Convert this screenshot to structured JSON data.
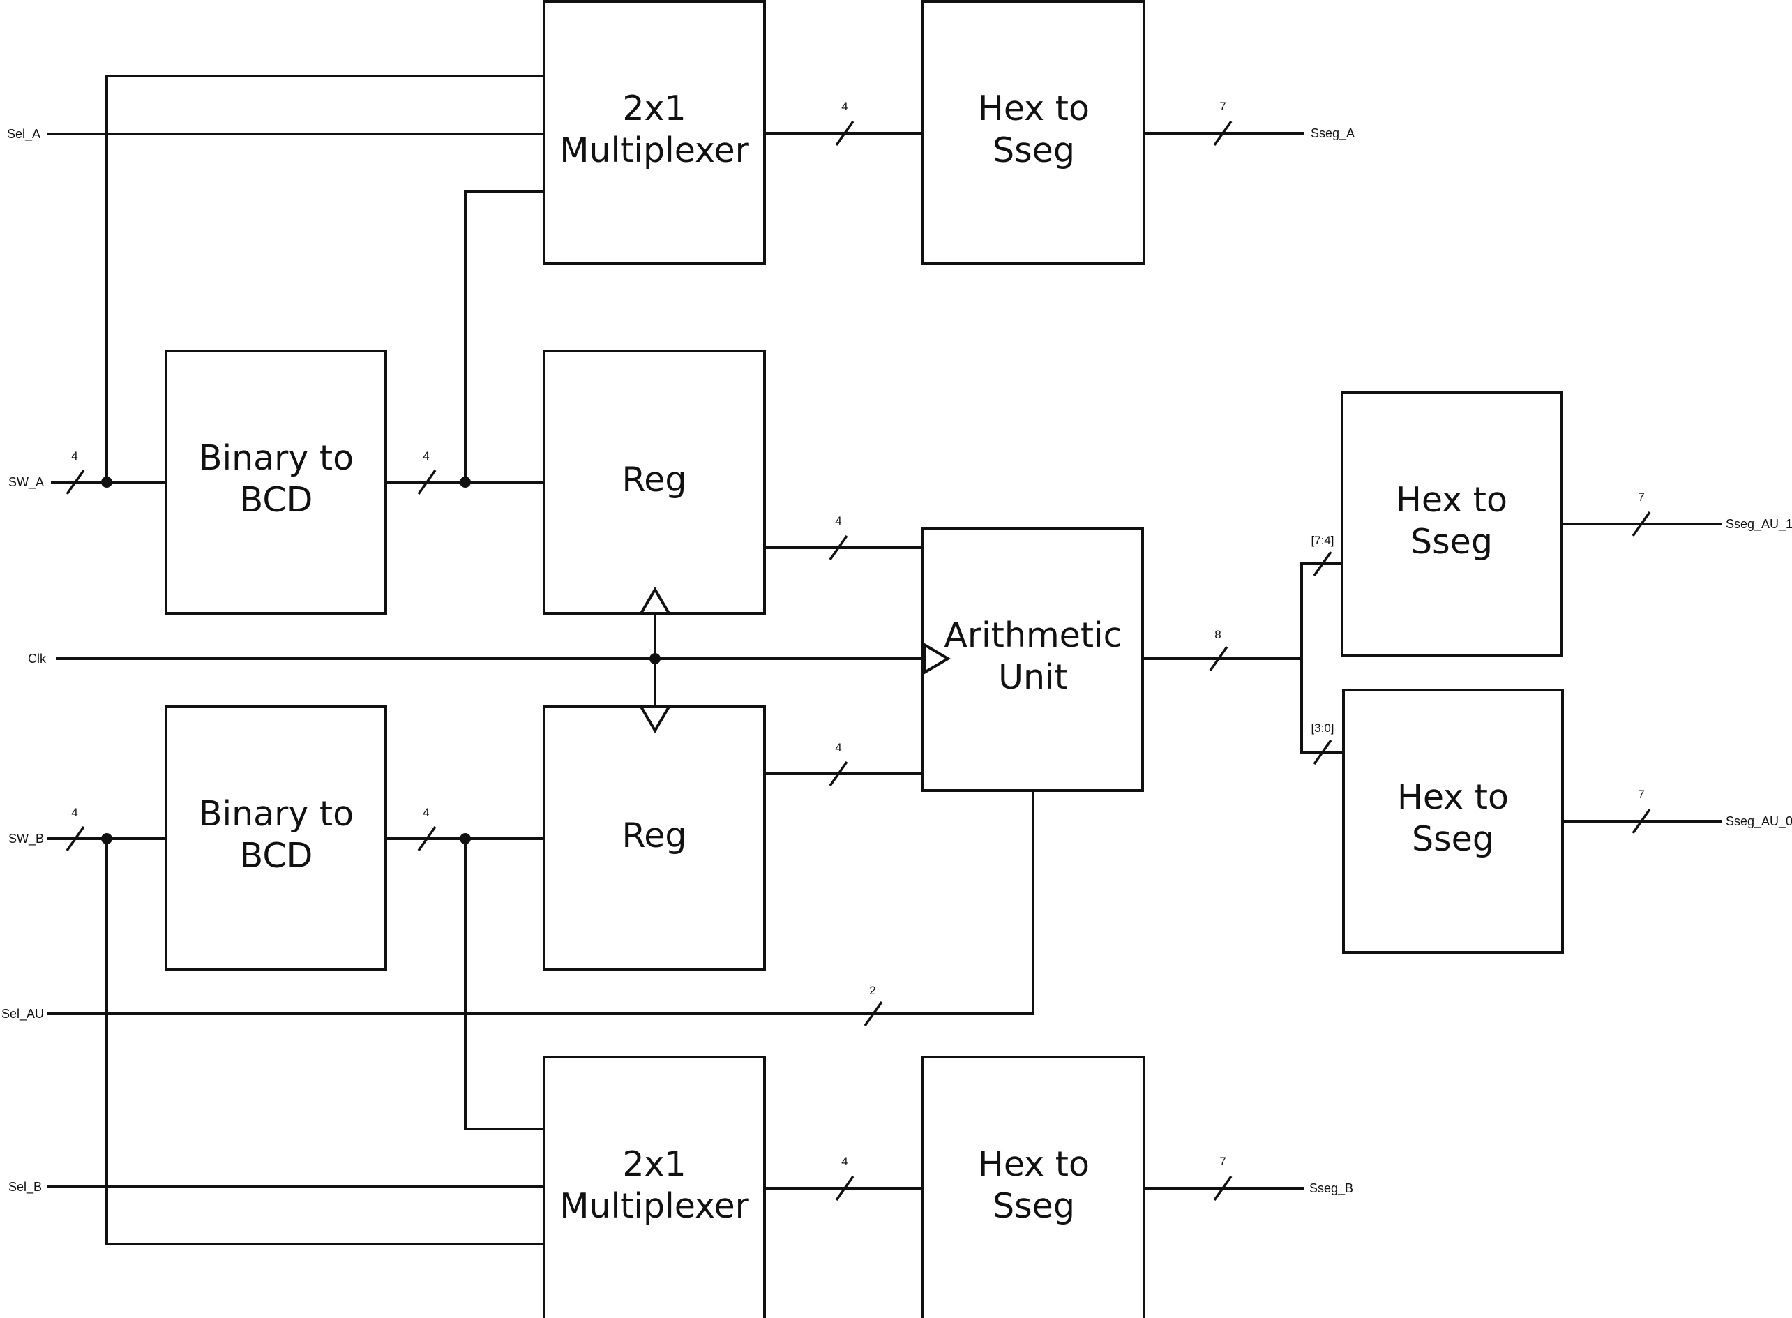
{
  "blocks": {
    "mux_a": [
      "2x1",
      "Multiplexer"
    ],
    "hex_a": [
      "Hex to",
      "Sseg"
    ],
    "bcd_a": [
      "Binary to",
      "BCD"
    ],
    "reg_a": [
      "Reg"
    ],
    "bcd_b": [
      "Binary to",
      "BCD"
    ],
    "reg_b": [
      "Reg"
    ],
    "au": [
      "Arithmetic",
      "Unit"
    ],
    "hex_au1": [
      "Hex to",
      "Sseg"
    ],
    "hex_au0": [
      "Hex to",
      "Sseg"
    ],
    "mux_b": [
      "2x1",
      "Multiplexer"
    ],
    "hex_b": [
      "Hex to",
      "Sseg"
    ]
  },
  "inputs": {
    "sel_a": "Sel_A",
    "sw_a": "SW_A",
    "clk": "Clk",
    "sw_b": "SW_B",
    "sel_au": "Sel_AU",
    "sel_b": "Sel_B"
  },
  "outputs": {
    "sseg_a": "Sseg_A",
    "sseg_au_1": "Sseg_AU_1",
    "sseg_au_0": "Sseg_AU_0",
    "sseg_b": "Sseg_B"
  },
  "bus_widths": {
    "sw_a_in": "4",
    "bcd_a_out": "4",
    "mux_a_out": "4",
    "hex_a_out": "7",
    "reg_a_out": "4",
    "sw_b_in": "4",
    "bcd_b_out": "4",
    "reg_b_out": "4",
    "sel_au": "2",
    "au_out": "8",
    "slice_hi": "[7:4]",
    "slice_lo": "[3:0]",
    "hex_au1_out": "7",
    "hex_au0_out": "7",
    "mux_b_out": "4",
    "hex_b_out": "7"
  }
}
